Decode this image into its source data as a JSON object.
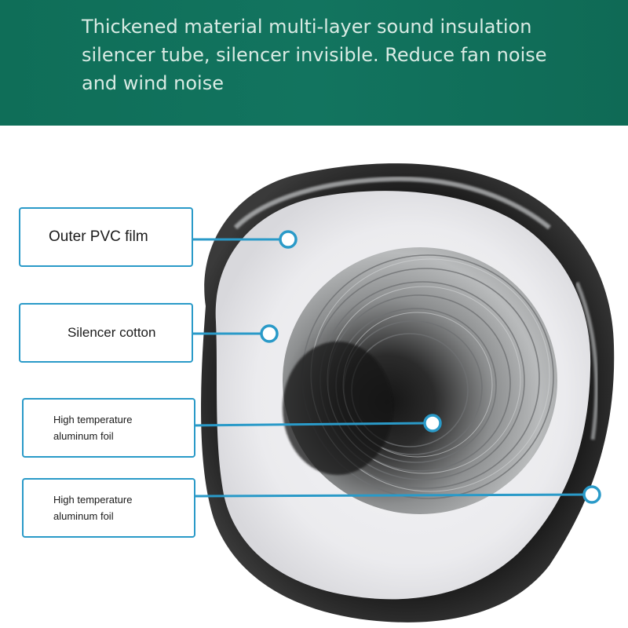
{
  "header": {
    "text": "Thickened material multi-layer sound insulation silencer tube, silencer invisible. Reduce fan noise and wind noise"
  },
  "labels": [
    {
      "text": "Outer PVC film"
    },
    {
      "text": "Silencer cotton"
    },
    {
      "line1": "High temperature",
      "line2": "aluminum foil"
    },
    {
      "line1": "High temperature",
      "line2": "aluminum foil"
    }
  ],
  "colors": {
    "banner": "#11705a",
    "banner_text": "#d9ebe4",
    "callout": "#2a9ac8"
  }
}
